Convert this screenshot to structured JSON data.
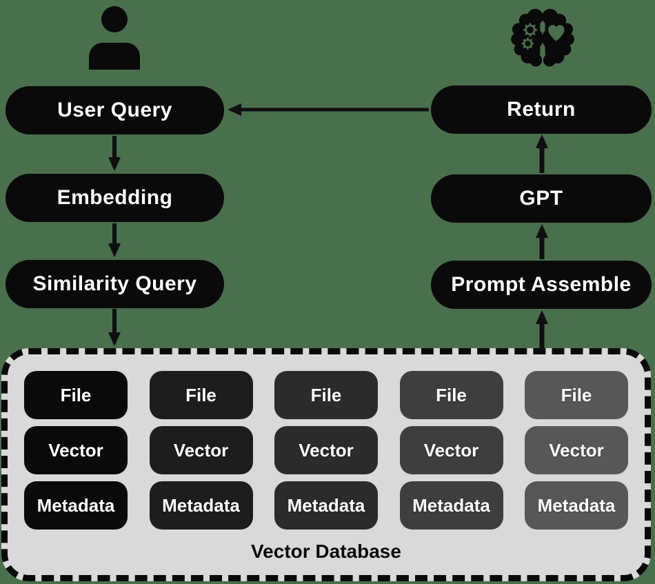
{
  "background_color": "#4A6F4D",
  "node_color": "#0a0a0a",
  "arrow_color": "#0f0f0f",
  "icons": {
    "user": "person-silhouette",
    "brain": "brain-with-gears-and-heart",
    "cutout_color": "#4A6F4D"
  },
  "left_flow": [
    {
      "label": "User Query"
    },
    {
      "label": "Embedding"
    },
    {
      "label": "Similarity Query"
    }
  ],
  "right_flow": [
    {
      "label": "Return"
    },
    {
      "label": "GPT"
    },
    {
      "label": "Prompt Assemble"
    }
  ],
  "database": {
    "label": "Vector Database",
    "background": "#d9d9d9",
    "border_color": "#0a0a0a",
    "columns": [
      {
        "color": "#0a0a0a",
        "items": [
          "File",
          "Vector",
          "Metadata"
        ]
      },
      {
        "color": "#1d1d1d",
        "items": [
          "File",
          "Vector",
          "Metadata"
        ]
      },
      {
        "color": "#2b2b2b",
        "items": [
          "File",
          "Vector",
          "Metadata"
        ]
      },
      {
        "color": "#3e3e3e",
        "items": [
          "File",
          "Vector",
          "Metadata"
        ]
      },
      {
        "color": "#575757",
        "items": [
          "File",
          "Vector",
          "Metadata"
        ]
      }
    ]
  }
}
